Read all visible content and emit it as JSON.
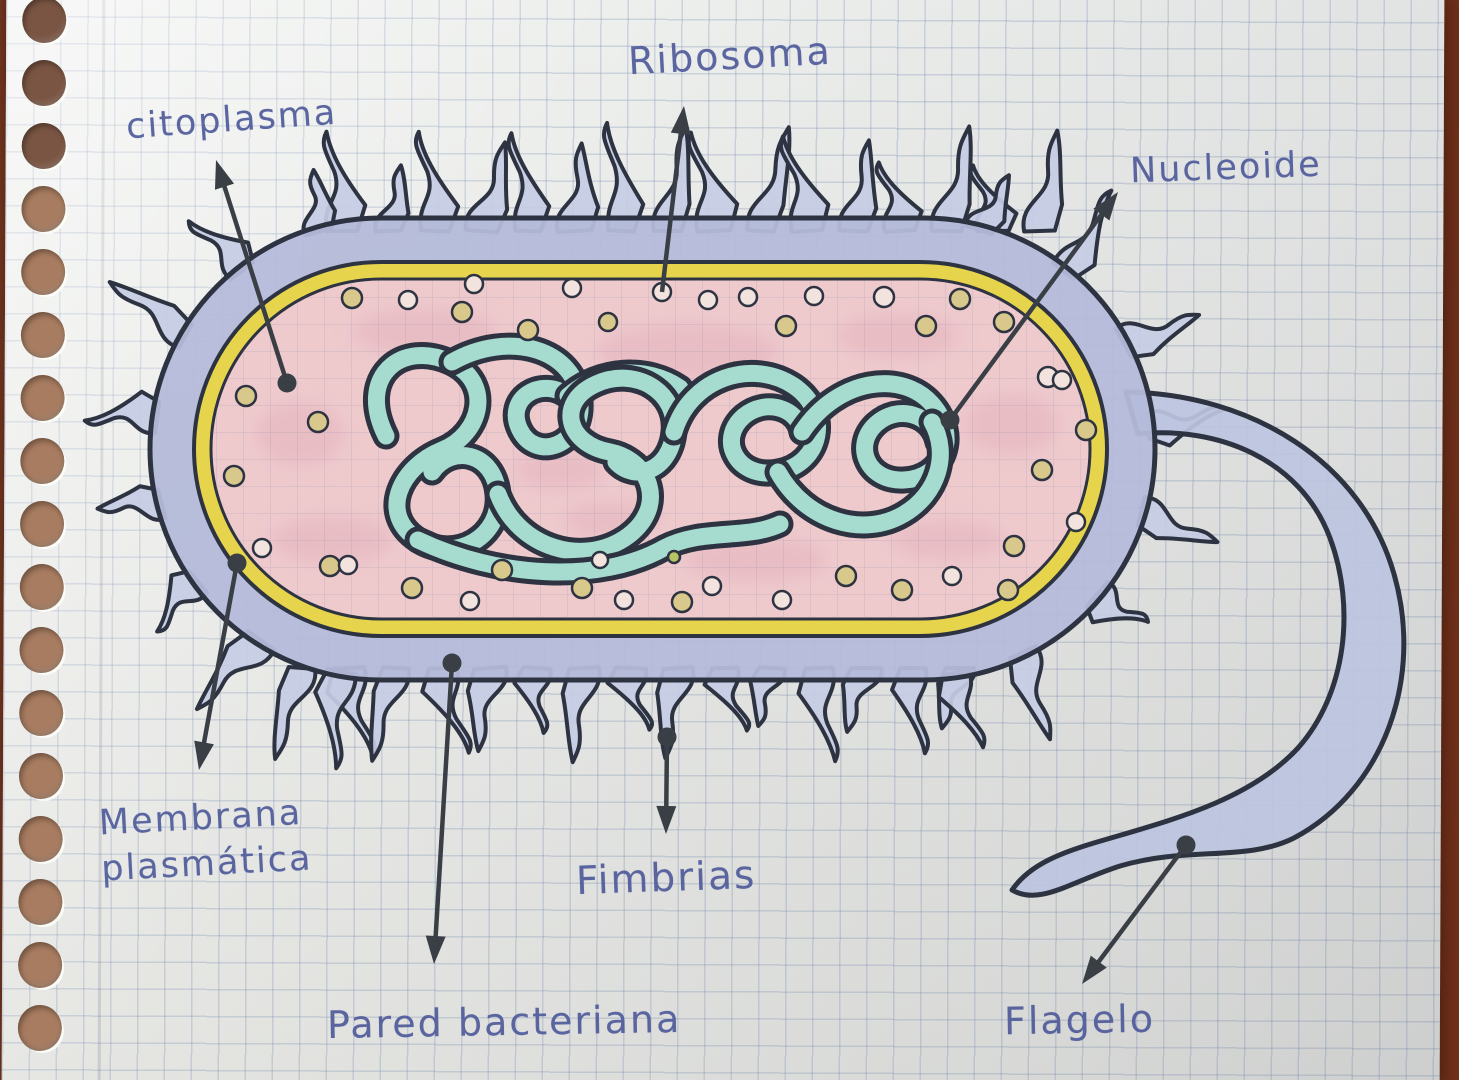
{
  "labels": {
    "ribosoma": "Ribosoma",
    "citoplasma": "citoplasma",
    "nucleoide": "Nucleoide",
    "membrana_line1": "Membrana",
    "membrana_line2": "plasmática",
    "fimbrias": "Fimbrias",
    "pared": "Pared bacteriana",
    "flagelo": "Flagelo"
  },
  "colors": {
    "desk": "#6b2a16",
    "paper": "#e9eae7",
    "grid": "#7d91b0",
    "hole": "#a87c60",
    "hole_dark": "#7b5543",
    "wall": "#b4bbd9",
    "fimbriae": "#c6cce4",
    "flagellum": "#bdc4e0",
    "membrane": "#e7d44d",
    "cytoplasm": "#eecacd",
    "mottle": "#dfa9b8",
    "nucleoid": "#a6dccf",
    "ribosome_khaki": "#d9c88c",
    "ribosome_pale": "#f2e3df",
    "ribosome_green": "#b9c565",
    "outline": "#2d3341",
    "ink": "#4f5b9b",
    "arrow": "#3a3f46"
  }
}
